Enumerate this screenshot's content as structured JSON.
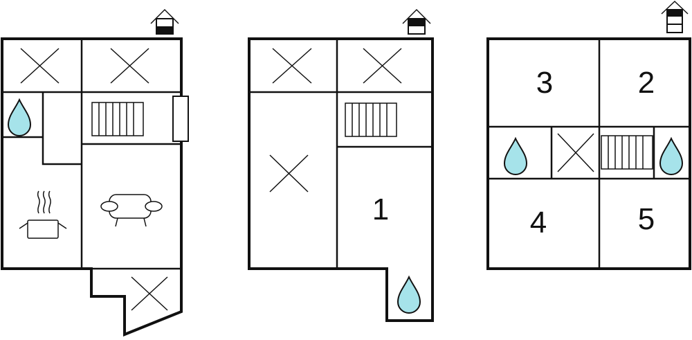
{
  "title": "Floor plans",
  "colors": {
    "wall": "#111111",
    "water": "#a6e3ea"
  },
  "floors": [
    {
      "name": "ground-floor",
      "indicator_icon": "house-floor-indicator-icon",
      "levels": 2,
      "active_level": 1,
      "room_labels": []
    },
    {
      "name": "first-floor",
      "indicator_icon": "house-floor-indicator-icon",
      "levels": 2,
      "active_level": 2,
      "room_labels": [
        "1"
      ]
    },
    {
      "name": "second-floor",
      "indicator_icon": "house-floor-indicator-icon",
      "levels": 3,
      "active_level": 3,
      "room_labels": [
        "3",
        "2",
        "4",
        "5"
      ]
    }
  ]
}
